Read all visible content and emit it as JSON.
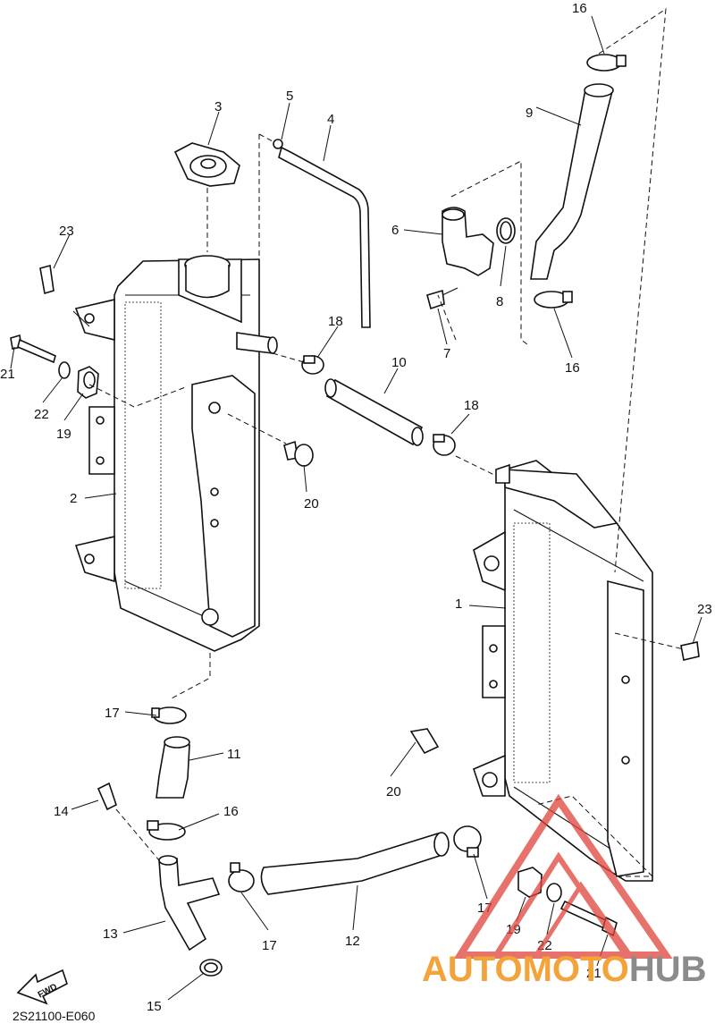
{
  "diagram_code": "2S21100-E060",
  "fwd_label": "FWD",
  "watermark": {
    "part1": "AUTOMOTO",
    "part2": "HUB",
    "color1": "#f3a33a",
    "color2": "#8b8b8b",
    "logo_color": "#e0433a"
  },
  "callouts": {
    "c1": "1",
    "c2": "2",
    "c3": "3",
    "c4": "4",
    "c5": "5",
    "c6": "6",
    "c7": "7",
    "c8": "8",
    "c9": "9",
    "c10": "10",
    "c11": "11",
    "c12": "12",
    "c13": "13",
    "c14": "14",
    "c15": "15",
    "c16a": "16",
    "c16b": "16",
    "c16c": "16",
    "c17a": "17",
    "c17b": "17",
    "c17c": "17",
    "c18a": "18",
    "c18b": "18",
    "c19a": "19",
    "c19b": "19",
    "c20a": "20",
    "c20b": "20",
    "c21a": "21",
    "c21b": "21",
    "c22a": "22",
    "c22b": "22",
    "c23a": "23",
    "c23b": "23"
  }
}
